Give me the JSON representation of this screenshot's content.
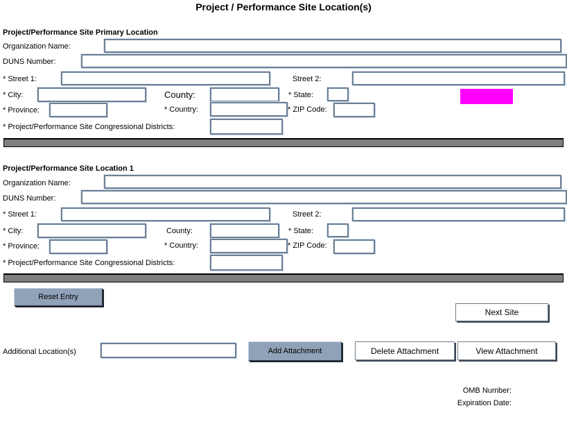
{
  "title": "Project / Performance Site Location(s)",
  "colors": {
    "highlight_rectangle": "#ff00ff",
    "action_button": "#8fa2b8",
    "section_divider": "#7f7f7f",
    "input_border": "#6b8096"
  },
  "sections": [
    {
      "heading": "Project/Performance Site Primary Location",
      "labels": {
        "organization_name": "Organization Name:",
        "duns_number": "DUNS Number:",
        "street1": "* Street 1:",
        "street2": "Street 2:",
        "city": "* City:",
        "county": "County:",
        "state": "* State:",
        "province": "* Province:",
        "country": "* Country:",
        "zip_code": "* ZIP Code:",
        "congressional_districts": "* Project/Performance Site Congressional Districts:"
      },
      "values": {
        "organization_name": "",
        "duns_number": "",
        "street1": "",
        "street2": "",
        "city": "",
        "county": "",
        "state": "",
        "province": "",
        "country": "",
        "zip_code": "",
        "congressional_districts": ""
      }
    },
    {
      "heading": "Project/Performance Site Location 1",
      "labels": {
        "organization_name": "Organization Name:",
        "duns_number": "DUNS Number:",
        "street1": "* Street 1:",
        "street2": "Street 2:",
        "city": "* City:",
        "county": "County:",
        "state": "* State:",
        "province": "* Province:",
        "country": "* Country:",
        "zip_code": "* ZIP Code:",
        "congressional_districts": "* Project/Performance Site Congressional Districts:"
      },
      "values": {
        "organization_name": "",
        "duns_number": "",
        "street1": "",
        "street2": "",
        "city": "",
        "county": "",
        "state": "",
        "province": "",
        "country": "",
        "zip_code": "",
        "congressional_districts": ""
      }
    }
  ],
  "buttons": {
    "reset_entry": "Reset Entry",
    "next_site": "Next Site",
    "add_attachment": "Add Attachment",
    "delete_attachment": "Delete Attachment",
    "view_attachment": "View  Attachment"
  },
  "attachments": {
    "additional_locations_label": "Additional Location(s)",
    "additional_locations_value": ""
  },
  "footer": {
    "omb_number_label": "OMB Number:",
    "expiration_date_label": "Expiration Date:"
  }
}
